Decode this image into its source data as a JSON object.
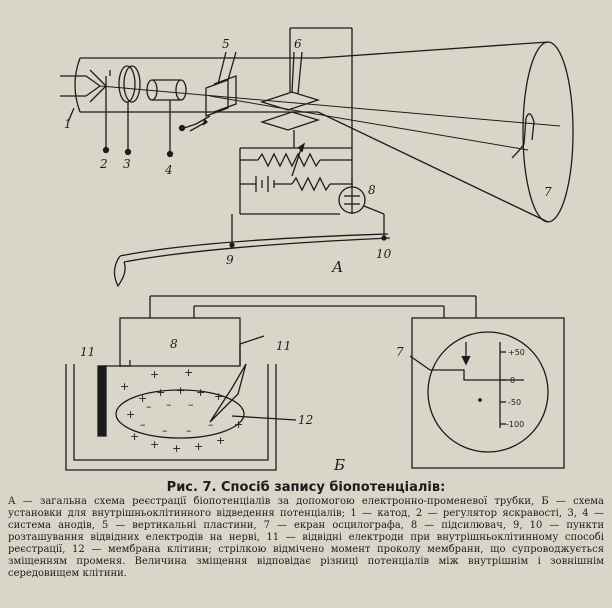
{
  "labels": {
    "n1": "1",
    "n2": "2",
    "n3": "3",
    "n4": "4",
    "n5": "5",
    "n6": "6",
    "n7": "7",
    "n8": "8",
    "n9": "9",
    "n10": "10",
    "b_n7": "7",
    "b_n8": "8",
    "b_n11a": "11",
    "b_n11b": "11",
    "b_n12": "12",
    "part_a": "А",
    "part_b": "Б",
    "scale_p50": "+50",
    "scale_0": "0",
    "scale_m50": "-50",
    "scale_m100": "-100"
  },
  "caption": {
    "title": "Рис. 7. Спосіб запису біопотенціалів:",
    "body": "А — загальна схема реєстрації біопотенціалів за допомогою електронно-променевої трубки, Б — схема установки для внутрішньоклітинного відведення потенціалів; 1 — катод, 2 — регулятор яскравості, 3, 4 — система анодів, 5 — вертикальні пластини, 7 — екран осцилографа, 8 — підсилювач, 9, 10 — пункти розташування відвідних електродів на нерві, 11 — відвідні електроди при внутрішньоклітинному способі реєстрації, 12 — мембрана клітини; стрілкою відмічено момент проколу мембрани, що супроводжується зміщенням променя. Величина зміщення відповідає різниці потенціалів між внутрішнім і зовнішнім середовищем клітини."
  },
  "colors": {
    "background": "#d9d6c9",
    "ink": "#1c1c1c"
  }
}
